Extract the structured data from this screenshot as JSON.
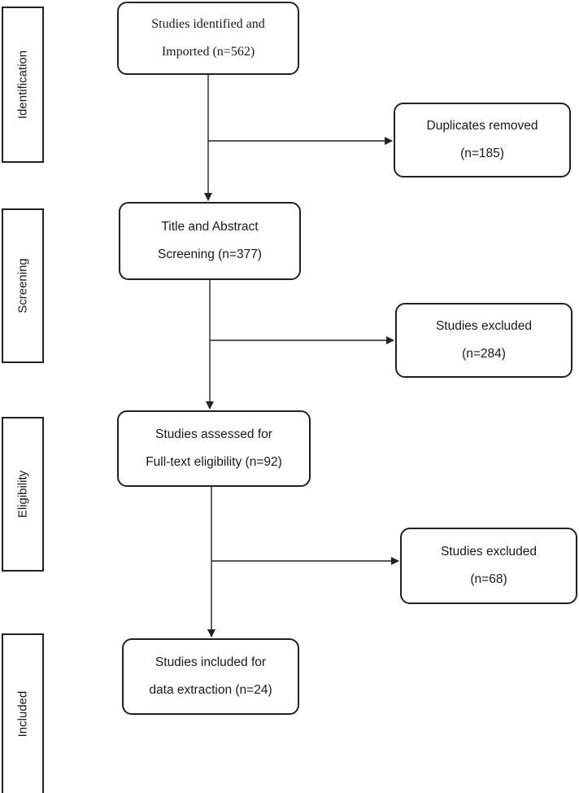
{
  "stages": {
    "identification": "Identification",
    "screening": "Screening",
    "eligibility": "Eligibility",
    "included": "Included"
  },
  "main": {
    "identified": {
      "line1": "Studies identified and",
      "line2": "Imported (n=562)"
    },
    "screening": {
      "line1": "Title and Abstract",
      "line2": "Screening (n=377)"
    },
    "assessed": {
      "line1": "Studies assessed for",
      "line2": "Full-text eligibility (n=92)"
    },
    "included": {
      "line1": "Studies included for",
      "line2": "data extraction (n=24)"
    }
  },
  "side": {
    "duplicates": {
      "line1": "Duplicates removed",
      "line2": "(n=185)"
    },
    "excluded_screening": {
      "line1": "Studies excluded",
      "line2": "(n=284)"
    },
    "excluded_eligibility": {
      "line1": "Studies excluded",
      "line2": "(n=68)"
    }
  }
}
